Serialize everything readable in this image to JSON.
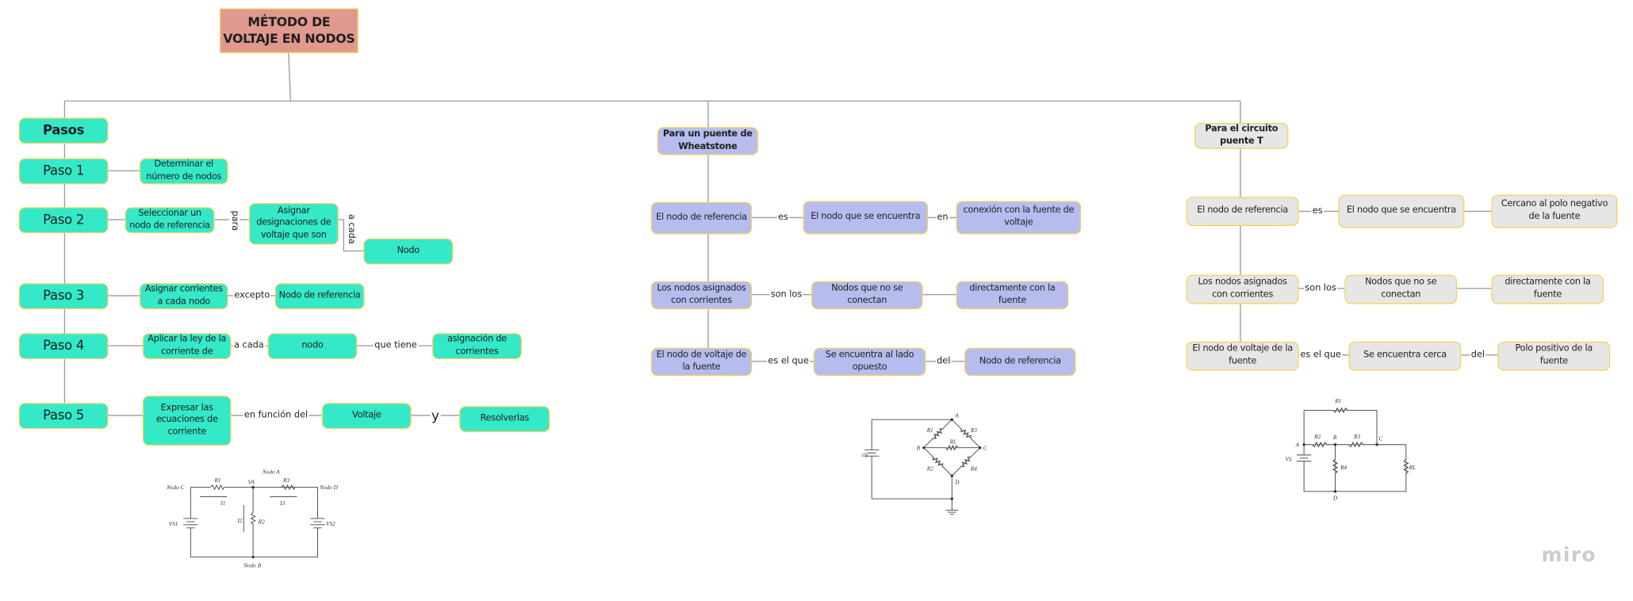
{
  "title": "MÉTODO DE VOLTAJE EN  NODOS",
  "pasos": {
    "header": "Pasos",
    "paso1": {
      "label": "Paso 1",
      "node": "Determinar el número de nodos"
    },
    "paso2": {
      "label": "Paso 2",
      "node": "Seleccionar un nodo de referencia",
      "link1": "para",
      "node2": "Asignar designaciones de voltaje que son",
      "link2": "a cada",
      "node3": "Nodo"
    },
    "paso3": {
      "label": "Paso 3",
      "node": "Asignar corrientes a cada nodo",
      "link1": "excepto",
      "node2": "Nodo de referencia"
    },
    "paso4": {
      "label": "Paso 4",
      "node": "Aplicar la ley de  la corriente de",
      "link1": "a cada",
      "node2": "nodo",
      "link2": "que tiene",
      "node3": "asignación de corrientes"
    },
    "paso5": {
      "label": "Paso 5",
      "node": "Expresar las ecuaciones de corriente",
      "link1": "en función del",
      "node2": "Voltaje",
      "link2": "y",
      "node3": "Resolverlas"
    }
  },
  "wheatstone": {
    "header": "Para un puente de Wheatstone",
    "row1": {
      "a": "El nodo de referencia",
      "l1": "es",
      "b": "El nodo que se encuentra",
      "l2": "en",
      "c": "conexión con la fuente de voltaje"
    },
    "row2": {
      "a": "Los nodos asignados con corrientes",
      "l1": "son los",
      "b": "Nodos que no se conectan",
      "c": "directamente con la fuente"
    },
    "row3": {
      "a": "El nodo de voltaje de la fuente",
      "l1": "es el que",
      "b": "Se encuentra al lado opuesto",
      "l2": "del",
      "c": "Nodo de referencia"
    }
  },
  "puente_t": {
    "header": "Para el circuito puente T",
    "row1": {
      "a": "El nodo de referencia",
      "l1": "es",
      "b": "El nodo que se encuentra",
      "c": "Cercano al polo negativo de la fuente"
    },
    "row2": {
      "a": "Los nodos asignados con corrientes",
      "l1": "son los",
      "b": "Nodos que no se conectan",
      "c": "directamente con la fuente"
    },
    "row3": {
      "a": "El nodo de voltaje de la fuente",
      "l1": "es el que",
      "b": "Se encuentra cerca",
      "l2": "del",
      "c": "Polo positivo de la fuente"
    }
  },
  "circuit1": {
    "labels": {
      "nodo_a": "Nodo A",
      "nodo_b": "Nodo B",
      "nodo_c": "Nodo C",
      "nodo_d": "Nodo D",
      "r1": "R1",
      "r2": "R2",
      "r3": "R3",
      "va": "VA",
      "vs1": "VS1",
      "vs2": "VS2",
      "i1": "I1",
      "i2": "I2",
      "i3": "I3"
    }
  },
  "circuit2": {
    "labels": {
      "a": "A",
      "b": "B",
      "c": "C",
      "d": "D",
      "r1": "R1",
      "r2": "R2",
      "r3": "R3",
      "r4": "R4",
      "rl": "RL",
      "vs": "VS"
    }
  },
  "circuit3": {
    "labels": {
      "a": "A",
      "b": "B",
      "c": "C",
      "d": "D",
      "r1": "R1",
      "r2": "R2",
      "r3": "R3",
      "r4": "R4",
      "rl": "RL",
      "vs": "VS"
    }
  },
  "brand": "miro",
  "colors": {
    "teal": "#33e9c8",
    "purple": "#b6bdee",
    "gray": "#e6e6e6",
    "title": "#e0998e",
    "border": "#f3d35a"
  }
}
